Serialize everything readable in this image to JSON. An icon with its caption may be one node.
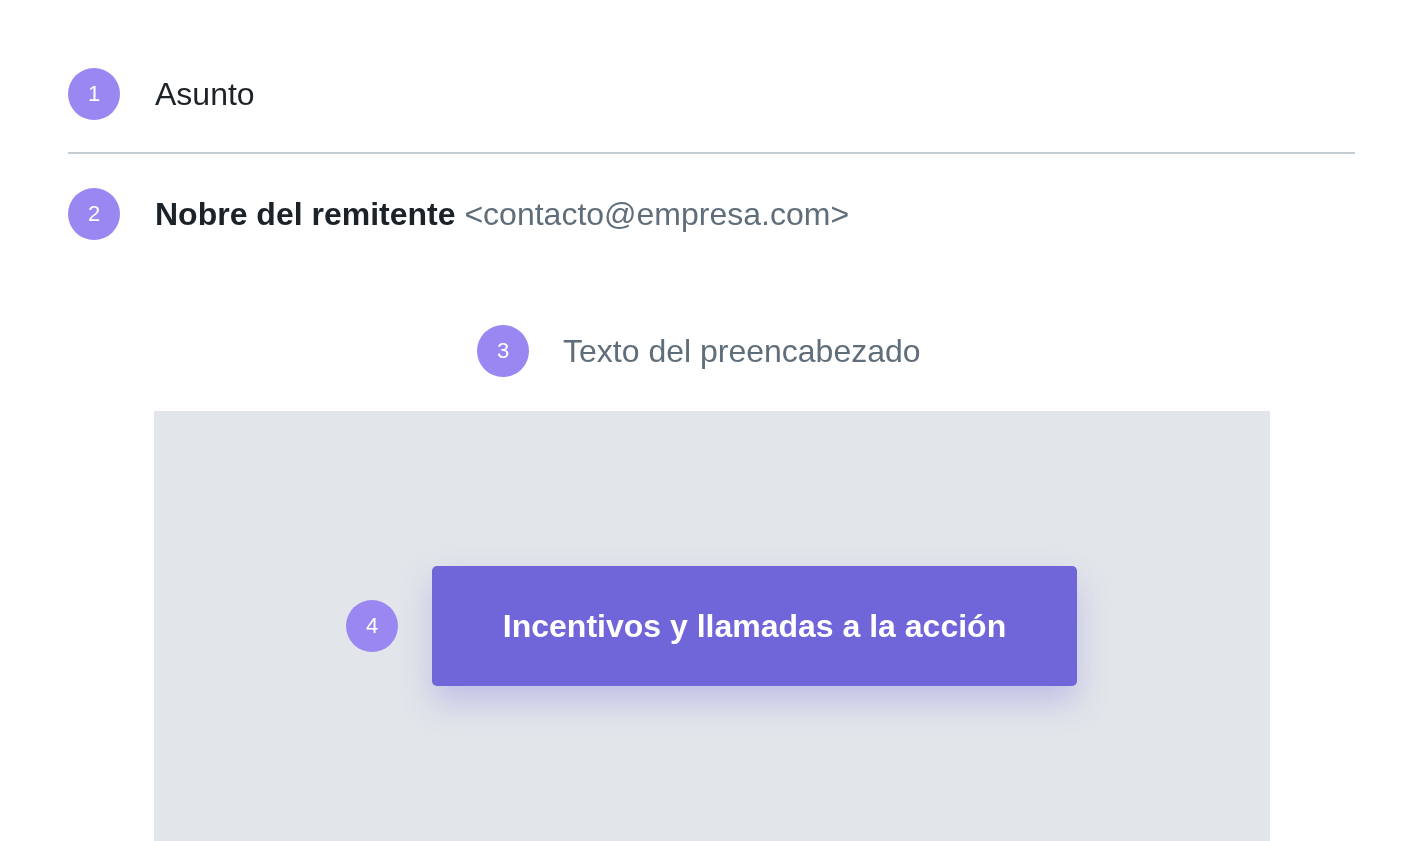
{
  "diagram": {
    "nodes": [
      {
        "text": [
          "1"
        ],
        "beside": [
          "Asunto"
        ]
      },
      {
        "text": [
          "2"
        ],
        "beside": [
          "**Nobre del remitente** <contacto@empresa.com>"
        ]
      },
      {
        "text": [
          "3"
        ],
        "beside": [
          "Texto del preencabezado"
        ]
      },
      {
        "text": [],
        "shape": "box"
      },
      {
        "text": [
          "4"
        ],
        "in": 3
      },
      {
        "text": [
          "Incentivos y llamadas a la acción"
        ],
        "in": 3
      }
    ]
  }
}
